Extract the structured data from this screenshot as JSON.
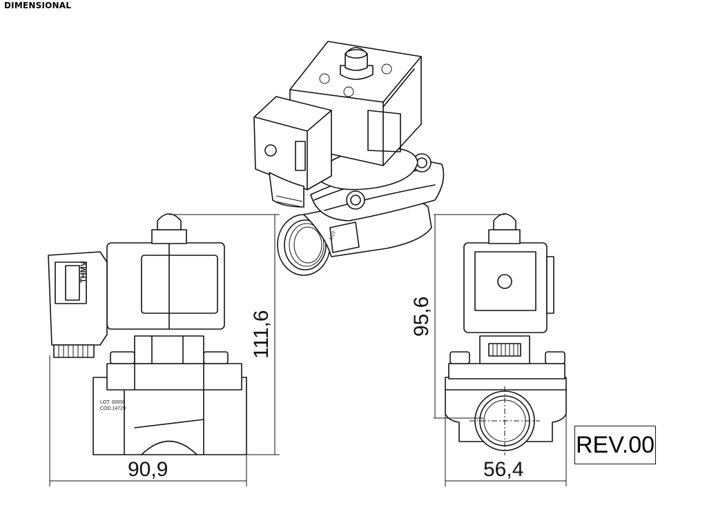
{
  "title": "DIMENSIONAL",
  "dimensions": {
    "total_height": "111,6",
    "body_length": "90,9",
    "side_height": "95,6",
    "side_width": "56,4"
  },
  "revision": "REV.00",
  "body_marking": {
    "lot": "LOT. 00000",
    "code": "COD.14729"
  },
  "connector_brand": "THMV"
}
